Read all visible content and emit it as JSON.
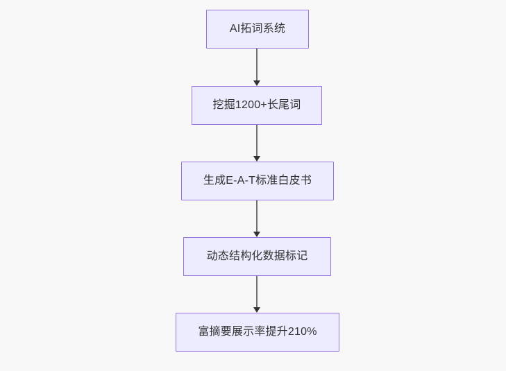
{
  "diagram": {
    "type": "flowchart",
    "direction": "top-to-bottom",
    "background_color": "#f8f8f8",
    "node_fill_color": "#ececfe",
    "node_border_color": "#9673dd",
    "node_text_color": "#333333",
    "edge_line_color": "#707070",
    "edge_arrow_color": "#333333",
    "nodes": [
      {
        "id": "n1",
        "label": "AI拓词系统"
      },
      {
        "id": "n2",
        "label": "挖掘1200+长尾词"
      },
      {
        "id": "n3",
        "label": "生成E-A-T标准白皮书"
      },
      {
        "id": "n4",
        "label": "动态结构化数据标记"
      },
      {
        "id": "n5",
        "label": "富摘要展示率提升210%"
      }
    ],
    "edges": [
      {
        "id": "e1",
        "from": "n1",
        "to": "n2",
        "arrow": "arrow-down-icon"
      },
      {
        "id": "e2",
        "from": "n2",
        "to": "n3",
        "arrow": "arrow-down-icon"
      },
      {
        "id": "e3",
        "from": "n3",
        "to": "n4",
        "arrow": "arrow-down-icon"
      },
      {
        "id": "e4",
        "from": "n4",
        "to": "n5",
        "arrow": "arrow-down-icon"
      }
    ]
  }
}
